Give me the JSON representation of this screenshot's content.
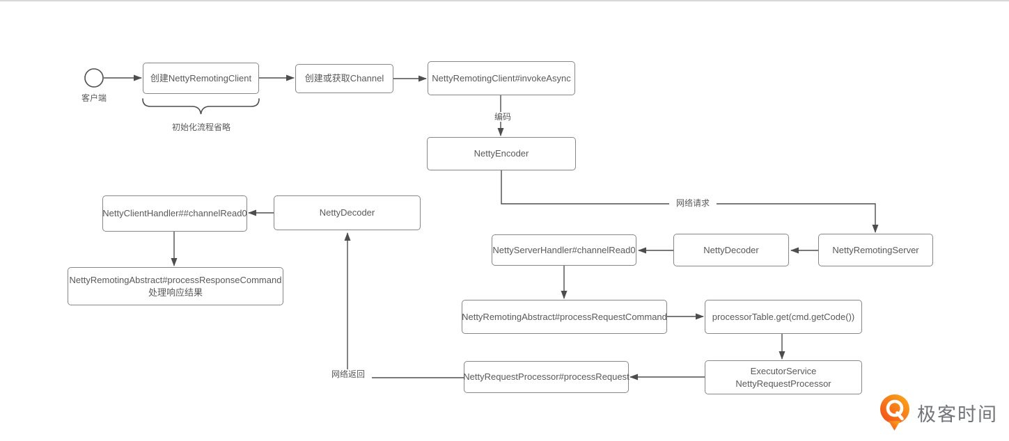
{
  "diagram": {
    "start": {
      "label": "客户端"
    },
    "nodes": {
      "create_client": {
        "label": "创建NettyRemotingClient"
      },
      "get_channel": {
        "label": "创建或获取Channel"
      },
      "invoke_async": {
        "label": "NettyRemotingClient#invokeAsync"
      },
      "netty_encoder": {
        "label": "NettyEncoder"
      },
      "client_handler": {
        "label": "NettyClientHandler##channelRead0"
      },
      "decoder_left": {
        "label": "NettyDecoder"
      },
      "process_response": {
        "label": "NettyRemotingAbstract#processResponseCommand",
        "sublabel": "处理响应结果"
      },
      "server_handler": {
        "label": "NettyServerHandler#channelRead0"
      },
      "decoder_right": {
        "label": "NettyDecoder"
      },
      "remoting_server": {
        "label": "NettyRemotingServer"
      },
      "process_request_cmd": {
        "label": "NettyRemotingAbstract#processRequestCommand"
      },
      "processor_table": {
        "label": "processorTable.get(cmd.getCode())"
      },
      "executor_service": {
        "label": "ExecutorService NettyRequestProcessor"
      },
      "process_request": {
        "label": "NettyRequestProcessor#processRequest"
      }
    },
    "edge_labels": {
      "encode": "编码",
      "network_request": "网络请求",
      "network_return": "网络返回",
      "init_note": "初始化流程省略"
    },
    "colors": {
      "box_border": "#868686",
      "wire": "#4d4d4d",
      "text": "#595959"
    }
  },
  "branding": {
    "logo_text": "极客时间",
    "logo_text_color": "#717478",
    "logo_gradient_start": "#FBAD18",
    "logo_gradient_end": "#F1481C"
  }
}
